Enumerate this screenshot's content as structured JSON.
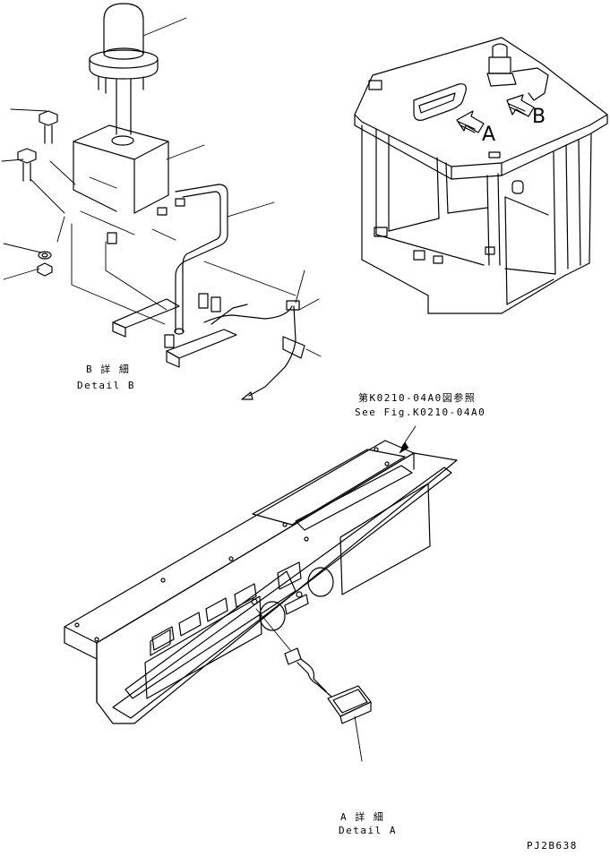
{
  "detail_b": {
    "jp": "B 詳 細",
    "en": "Detail B"
  },
  "detail_a": {
    "jp": "A 詳 細",
    "en": "Detail A"
  },
  "reference": {
    "jp": "第K0210-04A0図参照",
    "en": "See Fig.K0210-04A0"
  },
  "view_markers": {
    "a": "A",
    "b": "B"
  },
  "drawing_code": "PJ2B638",
  "colors": {
    "line": "#000000",
    "background": "#ffffff"
  }
}
